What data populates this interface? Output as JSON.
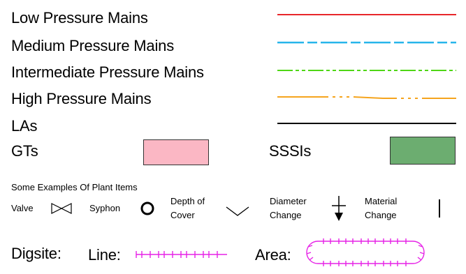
{
  "legend": {
    "mains": [
      {
        "label": "Low Pressure Mains",
        "color": "#e8262b",
        "style": "solid"
      },
      {
        "label": "Medium Pressure Mains",
        "color": "#27b5ea",
        "style": "dash"
      },
      {
        "label": "Intermediate Pressure Mains",
        "color": "#4fd615",
        "style": "dash-dot-dot"
      },
      {
        "label": "High Pressure Mains",
        "color": "#f5a41d",
        "style": "long-dash-dot-dot"
      },
      {
        "label": "LAs",
        "color": "#000000",
        "style": "solid"
      }
    ],
    "areas": [
      {
        "label": "GTs",
        "fill": "#fbb7c4",
        "stroke": "#333333"
      },
      {
        "label": "SSSIs",
        "fill": "#6cad70",
        "stroke": "#333333"
      }
    ]
  },
  "plant": {
    "heading": "Some Examples Of Plant Items",
    "items": [
      {
        "label": "Valve",
        "icon": "valve-icon"
      },
      {
        "label": "Syphon",
        "icon": "syphon-icon"
      },
      {
        "label": [
          "Depth of",
          "Cover"
        ],
        "icon": "depth-of-cover-icon"
      },
      {
        "label": [
          "Diameter",
          "Change"
        ],
        "icon": "diameter-change-icon"
      },
      {
        "label": [
          "Material",
          "Change"
        ],
        "icon": "material-change-icon"
      }
    ]
  },
  "digsite": {
    "label": "Digsite:",
    "line_label": "Line:",
    "area_label": "Area:",
    "color": "#e622e6"
  }
}
